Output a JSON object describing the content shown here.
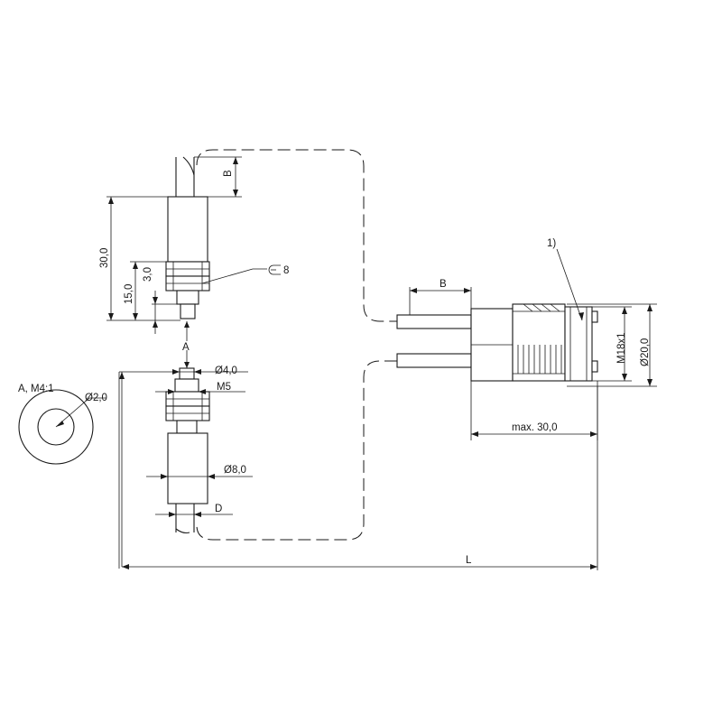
{
  "dimensions": {
    "b_top": "B",
    "length_30": "30,0",
    "length_15": "15,0",
    "length_3": "3,0",
    "callout_8": "8",
    "section_a": "A",
    "dia_4": "Ø4,0",
    "thread_m5": "M5",
    "dia_8": "Ø8,0",
    "d_label": "D",
    "b_connector": "B",
    "note_1": "1)",
    "thread_m18": "M18x1",
    "dia_20": "Ø20,0",
    "max_30": "max. 30,0",
    "l_total": "L"
  },
  "detail": {
    "title": "A, M4:1",
    "dia_2": "Ø2,0"
  },
  "colors": {
    "line": "#1a1a1a",
    "background": "#ffffff"
  }
}
